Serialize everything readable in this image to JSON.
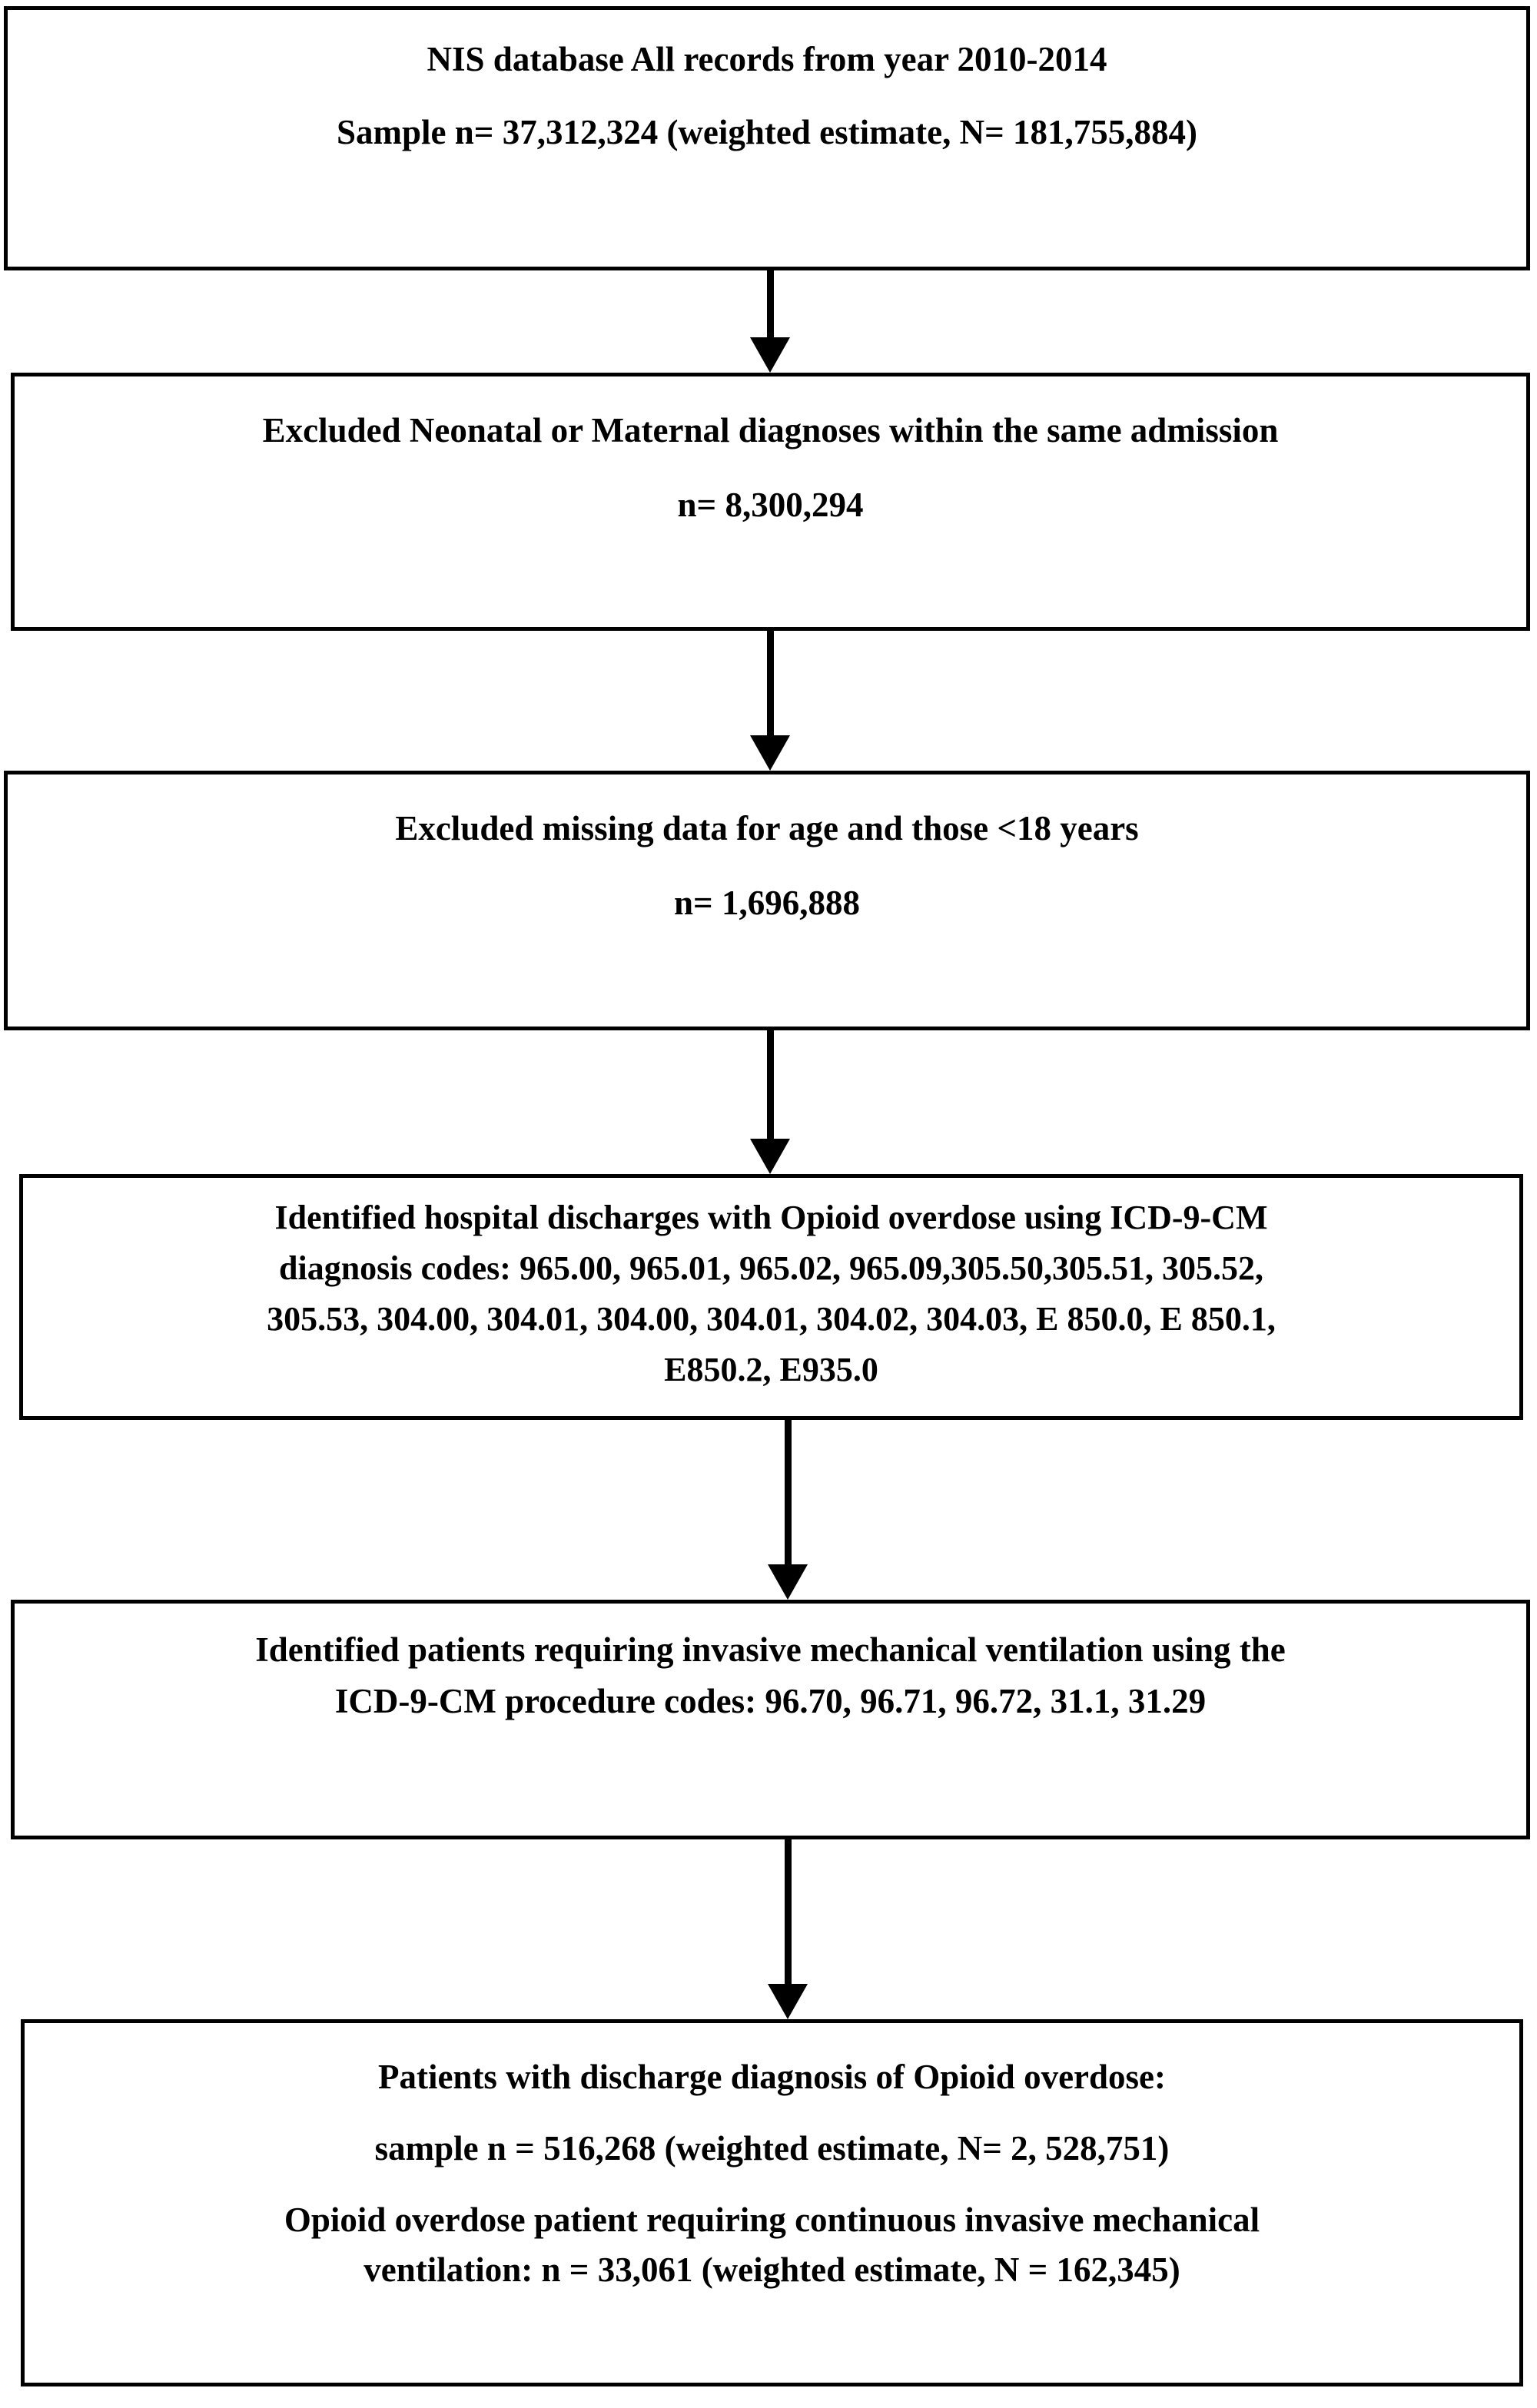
{
  "diagram": {
    "title": "NIS opioid overdose cohort selection flow diagram",
    "type": "flowchart",
    "orientation": "vertical",
    "colors": {
      "box_border": "#000000",
      "box_fill": "#ffffff",
      "arrow": "#000000",
      "text": "#000000"
    },
    "boxes": [
      {
        "id": "source-records",
        "lines": [
          "NIS database All records from year 2010-2014",
          "Sample n= 37,312,324 (weighted estimate, N= 181,755,884)"
        ]
      },
      {
        "id": "exclusion-neonatal-maternal",
        "lines": [
          "Excluded Neonatal or Maternal diagnoses within the same admission",
          "n= 8,300,294"
        ]
      },
      {
        "id": "exclusion-age",
        "lines": [
          "Excluded missing data for age and those <18 years",
          "n= 1,696,888"
        ]
      },
      {
        "id": "identify-opioid-overdose",
        "lines": [
          "Identified hospital discharges with Opioid overdose using ICD-9-CM",
          "diagnosis codes: 965.00, 965.01, 965.02, 965.09,305.50,305.51, 305.52,",
          "305.53, 304.00, 304.01, 304.00, 304.01, 304.02, 304.03, E 850.0, E 850.1,",
          "E850.2, E935.0"
        ]
      },
      {
        "id": "identify-mechanical-ventilation",
        "lines": [
          "Identified patients requiring invasive mechanical ventilation using the",
          "ICD-9-CM procedure codes: 96.70, 96.71, 96.72, 31.1, 31.29"
        ]
      },
      {
        "id": "final-cohort",
        "lines": [
          "Patients with discharge diagnosis of Opioid overdose:",
          "sample n = 516,268 (weighted estimate, N= 2, 528,751)",
          "Opioid overdose patient requiring continuous invasive mechanical",
          "ventilation: n = 33,061 (weighted estimate, N = 162,345)"
        ]
      }
    ],
    "arrows": [
      {
        "id": "arrow-source-to-exclusion-neonatal",
        "from": "source-records",
        "to": "exclusion-neonatal-maternal",
        "direction": "down"
      },
      {
        "id": "arrow-exclusion-neonatal-to-exclusion-age",
        "from": "exclusion-neonatal-maternal",
        "to": "exclusion-age",
        "direction": "down"
      },
      {
        "id": "arrow-exclusion-age-to-identify-opioid",
        "from": "exclusion-age",
        "to": "identify-opioid-overdose",
        "direction": "down"
      },
      {
        "id": "arrow-identify-opioid-to-identify-vent",
        "from": "identify-opioid-overdose",
        "to": "identify-mechanical-ventilation",
        "direction": "down"
      },
      {
        "id": "arrow-identify-vent-to-final",
        "from": "identify-mechanical-ventilation",
        "to": "final-cohort",
        "direction": "down"
      }
    ]
  }
}
